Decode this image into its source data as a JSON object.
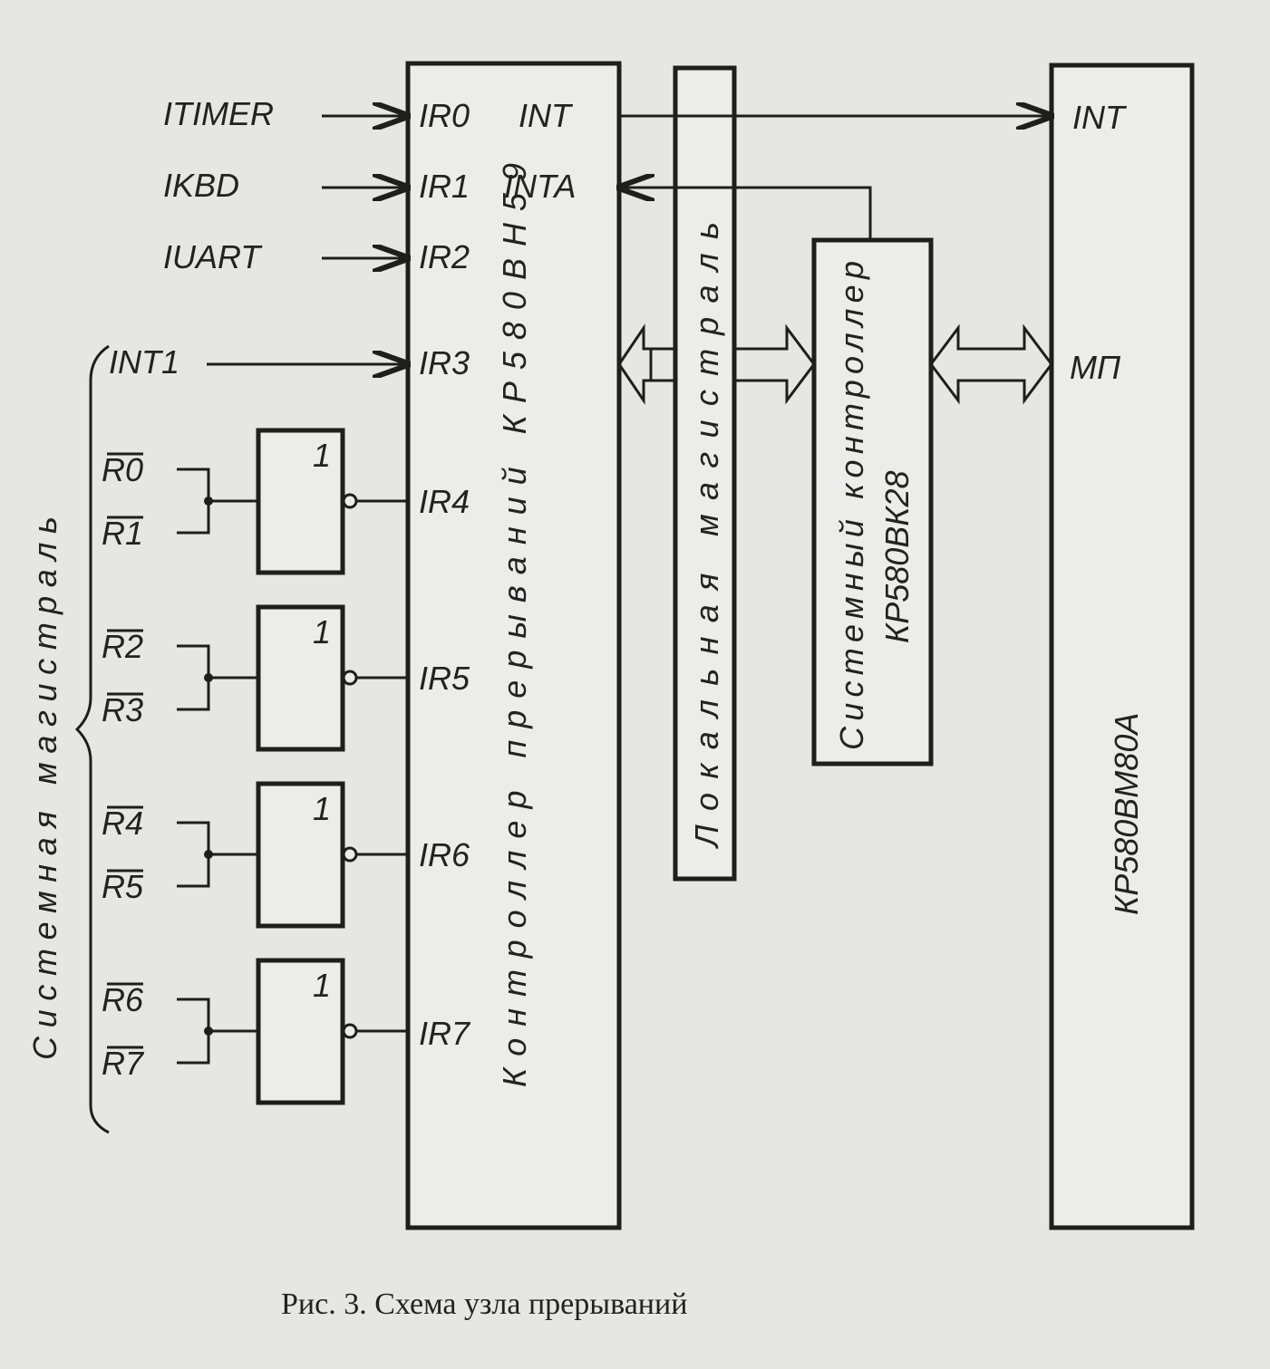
{
  "inputs": {
    "itimer": "ITIMER",
    "ikbd": "IKBD",
    "iuart": "IUART",
    "int1": "INT1"
  },
  "bus_signals": [
    "R0",
    "R1",
    "R2",
    "R3",
    "R4",
    "R5",
    "R6",
    "R7"
  ],
  "gate_label": "1",
  "pic": {
    "name": "Контроллер прерываний КР580ВН59",
    "pins": [
      "IR0",
      "IR1",
      "IR2",
      "IR3",
      "IR4",
      "IR5",
      "IR6",
      "IR7"
    ],
    "int": "INT",
    "inta": "INTA"
  },
  "local_bus": "Локальная магистраль",
  "system_controller": {
    "line1": "Системный контроллер",
    "line2": "КР580ВК28"
  },
  "cpu": {
    "name": "КР580ВМ80А",
    "int": "INT",
    "mp": "МП"
  },
  "system_bus": "Системная магистраль",
  "caption": "Рис. 3. Схема узла прерываний"
}
